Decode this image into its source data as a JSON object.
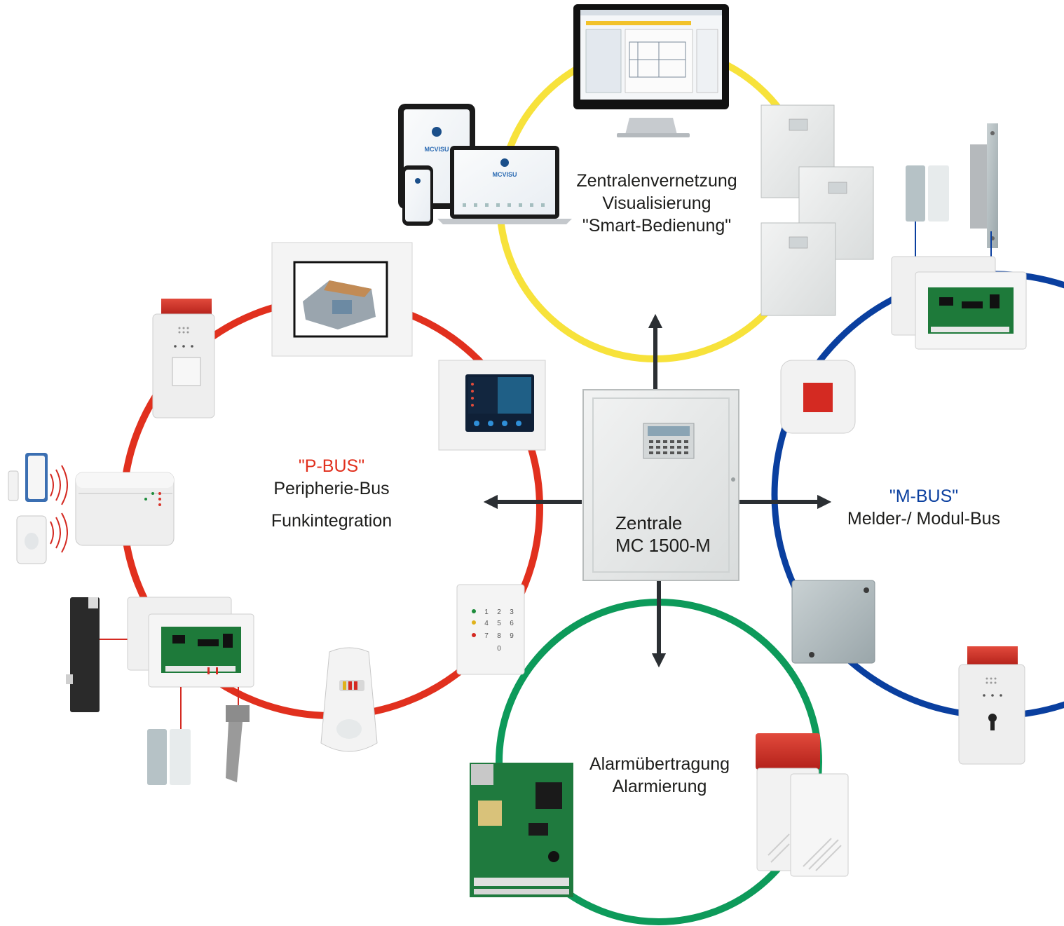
{
  "hub": {
    "title_line1": "Zentrale",
    "title_line2": "MC 1500-M"
  },
  "groups": {
    "network": {
      "line1": "Zentralenvernetzung",
      "line2": "Visualisierung",
      "line3": "\"Smart-Bedienung\"",
      "ring_color": "#f7e23b",
      "devices": {
        "phone_logo": "MCVISU",
        "laptop_logo": "MCVISU"
      }
    },
    "pbus": {
      "name": "\"P-BUS\"",
      "line1": "Peripherie-Bus",
      "line2": "Funkintegration",
      "ring_color": "#e1301e",
      "name_color": "#e1301e"
    },
    "mbus": {
      "name": "\"M-BUS\"",
      "line1": "Melder-/ Modul-Bus",
      "ring_color": "#0a3f9f",
      "name_color": "#0a3f9f"
    },
    "alarm": {
      "line1": "Alarmübertragung",
      "line2": "Alarmierung",
      "ring_color": "#0d9a5a"
    }
  },
  "keypad": {
    "keys": [
      "1",
      "2",
      "3",
      "4",
      "5",
      "6",
      "7",
      "8",
      "9",
      "0"
    ]
  },
  "colors": {
    "arrow": "#2b2f33",
    "housing": "#e6e8e8",
    "pcb": "#1e7a3a",
    "siren_red": "#d42a22"
  }
}
